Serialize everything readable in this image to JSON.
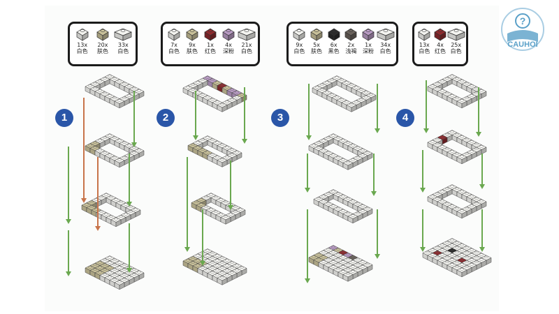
{
  "steps": [
    {
      "number": "1",
      "parts": [
        {
          "count": "13x",
          "color_name": "白色",
          "hex": "#f4f4f0"
        },
        {
          "count": "20x",
          "color_name": "肤色",
          "hex": "#c9c19a"
        },
        {
          "count": "33x",
          "color_name": "白色",
          "hex": "#f4f4f0"
        }
      ]
    },
    {
      "number": "2",
      "parts": [
        {
          "count": "7x",
          "color_name": "白色",
          "hex": "#f4f4f0"
        },
        {
          "count": "9x",
          "color_name": "肤色",
          "hex": "#c9c19a"
        },
        {
          "count": "1x",
          "color_name": "红色",
          "hex": "#8e2a2e"
        },
        {
          "count": "4x",
          "color_name": "深粉",
          "hex": "#b99bc4"
        },
        {
          "count": "21x",
          "color_name": "白色",
          "hex": "#f4f4f0"
        }
      ]
    },
    {
      "number": "3",
      "parts": [
        {
          "count": "9x",
          "color_name": "白色",
          "hex": "#f4f4f0"
        },
        {
          "count": "5x",
          "color_name": "肤色",
          "hex": "#c9c19a"
        },
        {
          "count": "6x",
          "color_name": "黑色",
          "hex": "#2a2a2a"
        },
        {
          "count": "2x",
          "color_name": "浅褐",
          "hex": "#6a625c"
        },
        {
          "count": "1x",
          "color_name": "深粉",
          "hex": "#b99bc4"
        },
        {
          "count": "34x",
          "color_name": "白色",
          "hex": "#f4f4f0"
        }
      ]
    },
    {
      "number": "4",
      "parts": [
        {
          "count": "13x",
          "color_name": "白色",
          "hex": "#f4f4f0"
        },
        {
          "count": "4x",
          "color_name": "红色",
          "hex": "#8e2a2e"
        },
        {
          "count": "25x",
          "color_name": "白色",
          "hex": "#f4f4f0"
        }
      ]
    }
  ],
  "watermark": {
    "text": "CAUHOI",
    "icon": "book-question-logo"
  },
  "colors": {
    "badge": "#2a56a8",
    "arrow_green": "#6aa84f",
    "arrow_orange": "#c8744a",
    "outline": "#1b1b1b"
  }
}
